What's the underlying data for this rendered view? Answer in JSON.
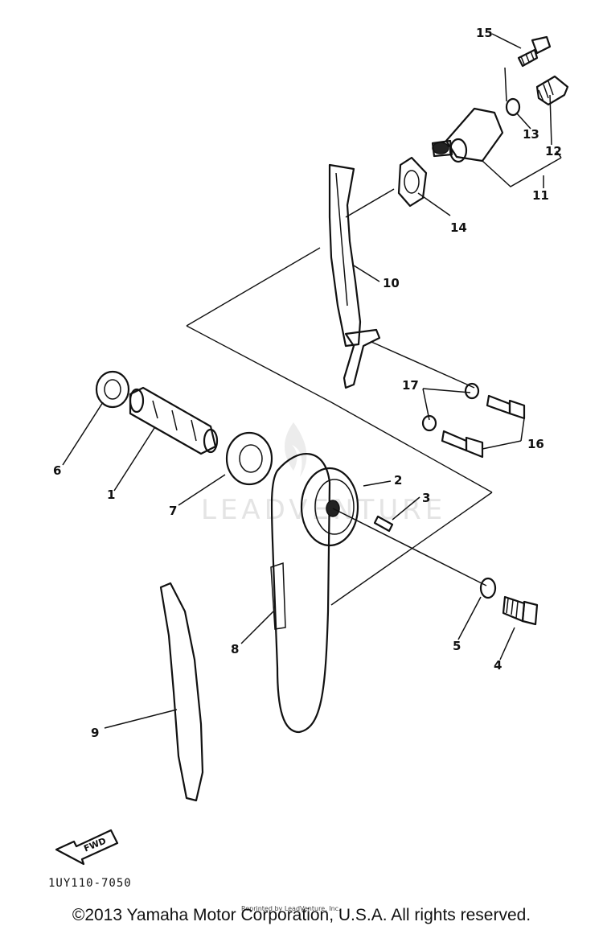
{
  "diagram": {
    "callouts": [
      "1",
      "2",
      "3",
      "4",
      "5",
      "6",
      "7",
      "8",
      "9",
      "10",
      "11",
      "12",
      "13",
      "14",
      "15",
      "16",
      "17"
    ],
    "fwd_label": "FWD",
    "drawing_code": "1UY110-7050",
    "watermark": "LEADVENTURE",
    "reprint_note": "Reprinted by LeadVenture, Inc."
  },
  "footer": {
    "copyright": "©2013 Yamaha Motor Corporation, U.S.A. All rights reserved."
  }
}
